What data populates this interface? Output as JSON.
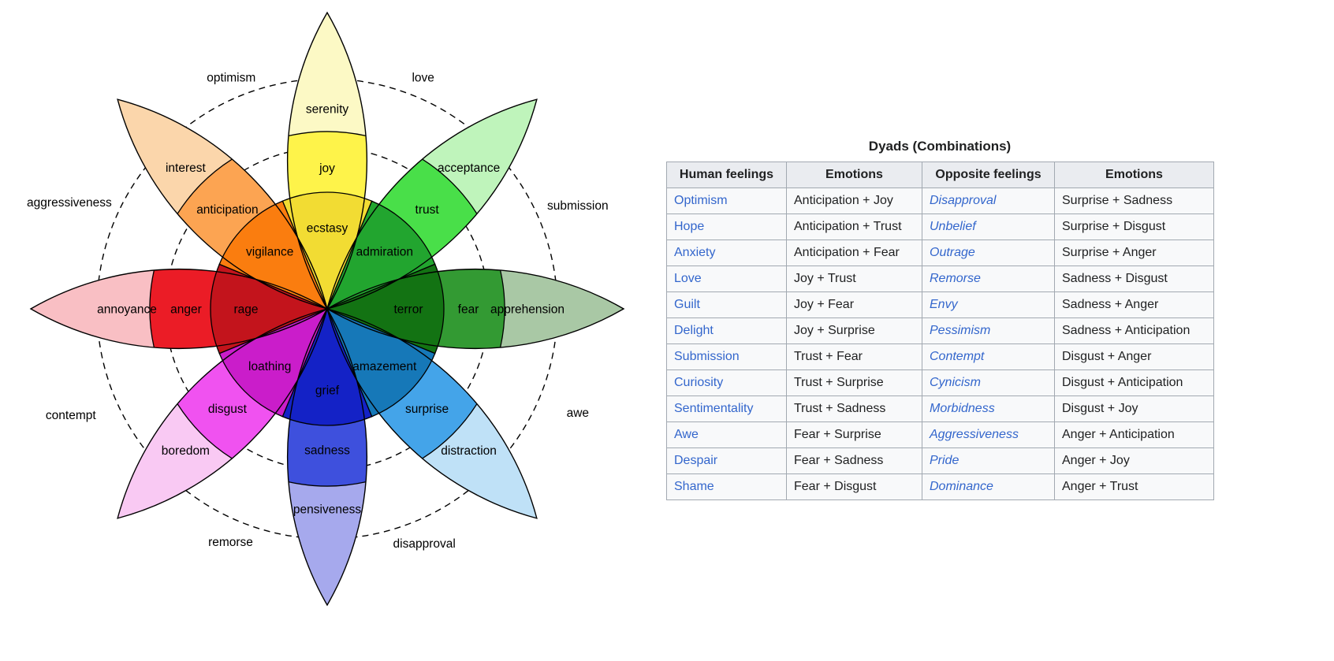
{
  "wheel": {
    "petals": [
      {
        "angle": 0,
        "segments": [
          {
            "label": "ecstasy",
            "color": "#F2DC33"
          },
          {
            "label": "joy",
            "color": "#FEF34A"
          },
          {
            "label": "serenity",
            "color": "#FCF9C5"
          }
        ]
      },
      {
        "angle": 45,
        "segments": [
          {
            "label": "admiration",
            "color": "#22A52F"
          },
          {
            "label": "trust",
            "color": "#49DF49"
          },
          {
            "label": "acceptance",
            "color": "#BFF4BB"
          }
        ]
      },
      {
        "angle": 90,
        "segments": [
          {
            "label": "terror",
            "color": "#137313"
          },
          {
            "label": "fear",
            "color": "#339A33"
          },
          {
            "label": "apprehension",
            "color": "#A9C8A5"
          }
        ]
      },
      {
        "angle": 135,
        "segments": [
          {
            "label": "amazement",
            "color": "#1678B8"
          },
          {
            "label": "surprise",
            "color": "#44A4E9"
          },
          {
            "label": "distraction",
            "color": "#BFE1F7"
          }
        ]
      },
      {
        "angle": 180,
        "segments": [
          {
            "label": "grief",
            "color": "#1422C6"
          },
          {
            "label": "sadness",
            "color": "#3E50DD"
          },
          {
            "label": "pensiveness",
            "color": "#A6A9ED"
          }
        ]
      },
      {
        "angle": 225,
        "segments": [
          {
            "label": "loathing",
            "color": "#CA1DCA"
          },
          {
            "label": "disgust",
            "color": "#F052F0"
          },
          {
            "label": "boredom",
            "color": "#F9C9F3"
          }
        ]
      },
      {
        "angle": 270,
        "segments": [
          {
            "label": "rage",
            "color": "#C3141C"
          },
          {
            "label": "anger",
            "color": "#EB1C26"
          },
          {
            "label": "annoyance",
            "color": "#F9BFC4"
          }
        ]
      },
      {
        "angle": 315,
        "segments": [
          {
            "label": "vigilance",
            "color": "#FA7D0F"
          },
          {
            "label": "anticipation",
            "color": "#FCA452"
          },
          {
            "label": "interest",
            "color": "#FBD6AB"
          }
        ]
      }
    ],
    "dyads": [
      {
        "label": "optimism",
        "angle": -22.5,
        "radius": 318
      },
      {
        "label": "love",
        "angle": 22.5,
        "radius": 318
      },
      {
        "label": "submission",
        "angle": 67.5,
        "radius": 344
      },
      {
        "label": "awe",
        "angle": 112.5,
        "radius": 344
      },
      {
        "label": "disapproval",
        "angle": 157.5,
        "radius": 322
      },
      {
        "label": "remorse",
        "angle": 202.5,
        "radius": 320
      },
      {
        "label": "contempt",
        "angle": 247.5,
        "radius": 352
      },
      {
        "label": "aggressiveness",
        "angle": 292.5,
        "radius": 354
      }
    ]
  },
  "table": {
    "title": "Dyads (Combinations)",
    "headers": [
      "Human feelings",
      "Emotions",
      "Opposite feelings",
      "Emotions"
    ],
    "rows": [
      {
        "feeling": "Optimism",
        "emotions": "Anticipation + Joy",
        "opposite": "Disapproval",
        "opposite_emotions": "Surprise + Sadness"
      },
      {
        "feeling": "Hope",
        "emotions": "Anticipation + Trust",
        "opposite": "Unbelief",
        "opposite_emotions": "Surprise + Disgust"
      },
      {
        "feeling": "Anxiety",
        "emotions": "Anticipation + Fear",
        "opposite": "Outrage",
        "opposite_emotions": "Surprise + Anger"
      },
      {
        "feeling": "Love",
        "emotions": "Joy + Trust",
        "opposite": "Remorse",
        "opposite_emotions": "Sadness + Disgust"
      },
      {
        "feeling": "Guilt",
        "emotions": "Joy + Fear",
        "opposite": "Envy",
        "opposite_emotions": "Sadness + Anger"
      },
      {
        "feeling": "Delight",
        "emotions": "Joy + Surprise",
        "opposite": "Pessimism",
        "opposite_emotions": "Sadness + Anticipation"
      },
      {
        "feeling": "Submission",
        "emotions": "Trust + Fear",
        "opposite": "Contempt",
        "opposite_emotions": "Disgust + Anger"
      },
      {
        "feeling": "Curiosity",
        "emotions": "Trust + Surprise",
        "opposite": "Cynicism",
        "opposite_emotions": "Disgust + Anticipation"
      },
      {
        "feeling": "Sentimentality",
        "emotions": "Trust + Sadness",
        "opposite": "Morbidness",
        "opposite_emotions": "Disgust + Joy"
      },
      {
        "feeling": "Awe",
        "emotions": "Fear + Surprise",
        "opposite": "Aggressiveness",
        "opposite_emotions": "Anger + Anticipation"
      },
      {
        "feeling": "Despair",
        "emotions": "Fear + Sadness",
        "opposite": "Pride",
        "opposite_emotions": "Anger + Joy"
      },
      {
        "feeling": "Shame",
        "emotions": "Fear + Disgust",
        "opposite": "Dominance",
        "opposite_emotions": "Anger + Trust"
      }
    ]
  },
  "colors": {
    "link_blue": "#3366CC",
    "table_border": "#A2A9B1",
    "table_header_bg": "#EAECF0",
    "table_cell_bg": "#F8F9FA",
    "text": "#202122",
    "background": "#FFFFFF",
    "outline": "#000000"
  }
}
